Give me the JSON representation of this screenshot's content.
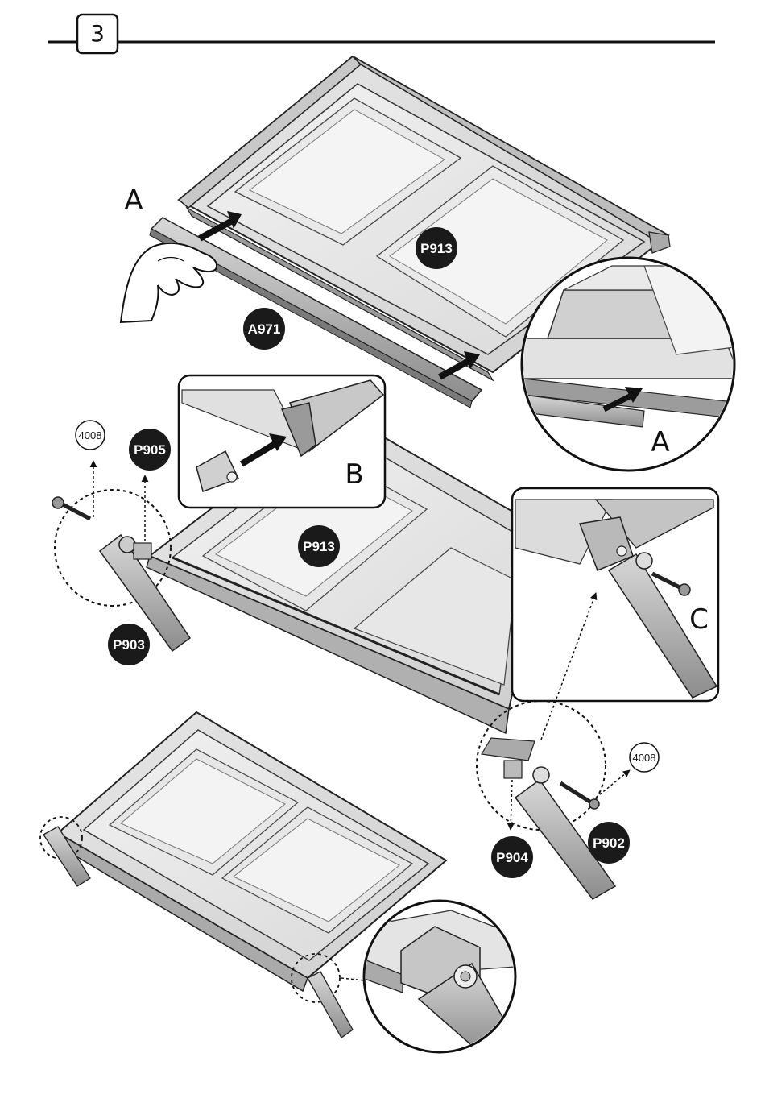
{
  "step": {
    "number": "3"
  },
  "panel_top": {
    "callout_a_left": "A",
    "part_glass": "P913",
    "part_rail": "A971"
  },
  "zoom_a": {
    "letter": "A"
  },
  "zoom_b": {
    "letter": "B"
  },
  "zoom_c": {
    "letter": "C"
  },
  "panel_mid": {
    "part_glass": "P913",
    "part_arm_left": "P903",
    "part_cap_left": "P905",
    "screw_left": "4008"
  },
  "panel_bottom": {
    "part_arm_right": "P902",
    "part_cap_right": "P904",
    "screw_right": "4008"
  },
  "colors": {
    "ink": "#111111",
    "badge": "#1a1a1a",
    "glass": "#dcdcdc",
    "frame": "#b8b8b8"
  }
}
